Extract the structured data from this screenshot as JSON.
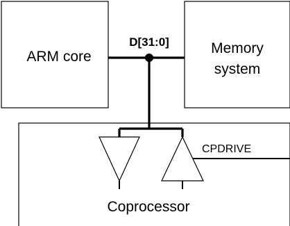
{
  "blocks": {
    "arm_core": "ARM core",
    "memory_line1": "Memory",
    "memory_line2": "system",
    "coprocessor": "Coprocessor"
  },
  "bus": {
    "label": "D[31:0]"
  },
  "signals": {
    "cpdrive": "CPDRIVE"
  }
}
